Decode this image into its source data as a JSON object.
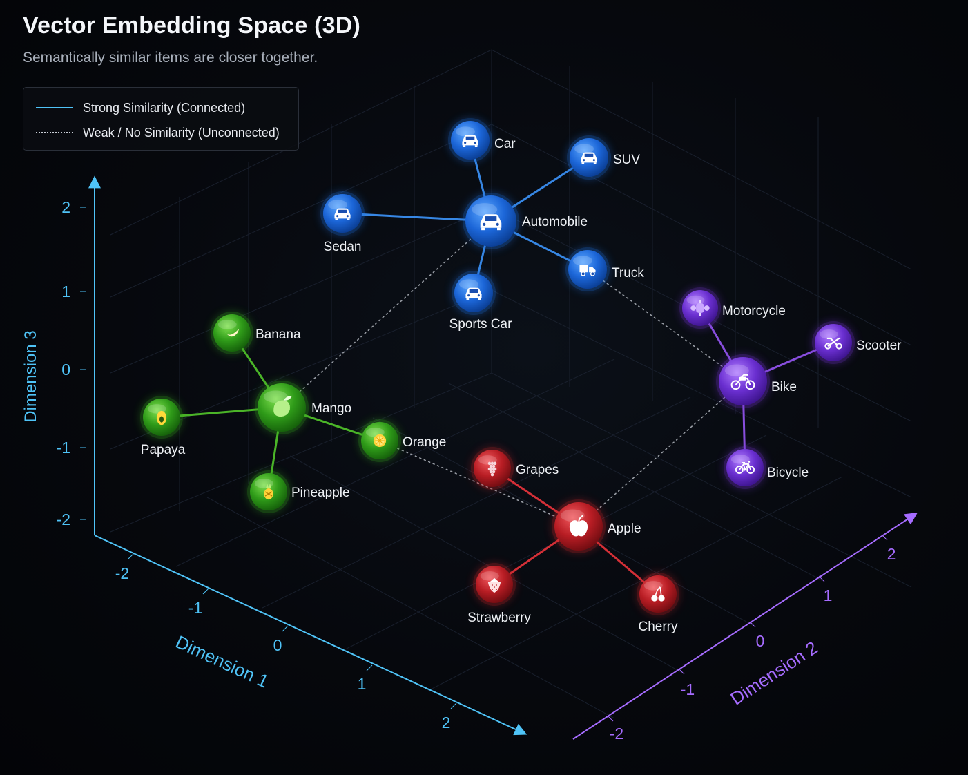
{
  "header": {
    "title": "Vector Embedding Space (3D)",
    "subtitle": "Semantically similar items are closer together."
  },
  "legend": {
    "strong_label": "Strong Similarity (Connected)",
    "weak_label": "Weak / No Similarity (Unconnected)",
    "strong_color": "#4fc3f7",
    "weak_color": "#c9ced6"
  },
  "axes": {
    "dimension_1": {
      "label": "Dimension 1",
      "ticks": [
        "-2",
        "-1",
        "0",
        "1",
        "2"
      ],
      "color": "#4fc3f7"
    },
    "dimension_2": {
      "label": "Dimension 2",
      "ticks": [
        "-2",
        "-1",
        "0",
        "1",
        "2"
      ],
      "color": "#a66cff"
    },
    "dimension_3": {
      "label": "Dimension 3",
      "ticks": [
        "2",
        "1",
        "0",
        "-1",
        "-2"
      ],
      "color": "#4fc3f7"
    }
  },
  "clusters": [
    {
      "id": "vehicles",
      "color": "#1d6fe0",
      "edge_color": "#3a8ef0"
    },
    {
      "id": "tropical",
      "color": "#34a81c",
      "edge_color": "#4fbf2a"
    },
    {
      "id": "fruits",
      "color": "#c42228",
      "edge_color": "#e0323a"
    },
    {
      "id": "twowheel",
      "color": "#7433d4",
      "edge_color": "#8f52e8"
    }
  ],
  "nodes": [
    {
      "id": "automobile",
      "label": "Automobile",
      "cluster": "vehicles",
      "icon": "car-icon",
      "hub": true
    },
    {
      "id": "car",
      "label": "Car",
      "cluster": "vehicles",
      "icon": "car-icon"
    },
    {
      "id": "suv",
      "label": "SUV",
      "cluster": "vehicles",
      "icon": "car-icon"
    },
    {
      "id": "sedan",
      "label": "Sedan",
      "cluster": "vehicles",
      "icon": "car-icon"
    },
    {
      "id": "truck",
      "label": "Truck",
      "cluster": "vehicles",
      "icon": "truck-icon"
    },
    {
      "id": "sportscar",
      "label": "Sports Car",
      "cluster": "vehicles",
      "icon": "car-icon"
    },
    {
      "id": "mango",
      "label": "Mango",
      "cluster": "tropical",
      "icon": "mango-icon",
      "hub": true
    },
    {
      "id": "banana",
      "label": "Banana",
      "cluster": "tropical",
      "icon": "banana-icon"
    },
    {
      "id": "papaya",
      "label": "Papaya",
      "cluster": "tropical",
      "icon": "papaya-icon"
    },
    {
      "id": "pineapple",
      "label": "Pineapple",
      "cluster": "tropical",
      "icon": "pineapple-icon"
    },
    {
      "id": "orange",
      "label": "Orange",
      "cluster": "tropical",
      "icon": "orange-icon"
    },
    {
      "id": "apple",
      "label": "Apple",
      "cluster": "fruits",
      "icon": "apple-icon",
      "hub": true
    },
    {
      "id": "grapes",
      "label": "Grapes",
      "cluster": "fruits",
      "icon": "grapes-icon"
    },
    {
      "id": "strawberry",
      "label": "Strawberry",
      "cluster": "fruits",
      "icon": "strawberry-icon"
    },
    {
      "id": "cherry",
      "label": "Cherry",
      "cluster": "fruits",
      "icon": "cherry-icon"
    },
    {
      "id": "bike",
      "label": "Bike",
      "cluster": "twowheel",
      "icon": "motorbike-icon",
      "hub": true
    },
    {
      "id": "motorcycle",
      "label": "Motorcycle",
      "cluster": "twowheel",
      "icon": "motorcycle-icon"
    },
    {
      "id": "scooter",
      "label": "Scooter",
      "cluster": "twowheel",
      "icon": "scooter-icon"
    },
    {
      "id": "bicycle",
      "label": "Bicycle",
      "cluster": "twowheel",
      "icon": "bicycle-icon"
    }
  ],
  "edges": [
    {
      "from": "automobile",
      "to": "car",
      "type": "strong"
    },
    {
      "from": "automobile",
      "to": "suv",
      "type": "strong"
    },
    {
      "from": "automobile",
      "to": "sedan",
      "type": "strong"
    },
    {
      "from": "automobile",
      "to": "truck",
      "type": "strong"
    },
    {
      "from": "automobile",
      "to": "sportscar",
      "type": "strong"
    },
    {
      "from": "mango",
      "to": "banana",
      "type": "strong"
    },
    {
      "from": "mango",
      "to": "papaya",
      "type": "strong"
    },
    {
      "from": "mango",
      "to": "pineapple",
      "type": "strong"
    },
    {
      "from": "mango",
      "to": "orange",
      "type": "strong"
    },
    {
      "from": "apple",
      "to": "grapes",
      "type": "strong"
    },
    {
      "from": "apple",
      "to": "strawberry",
      "type": "strong"
    },
    {
      "from": "apple",
      "to": "cherry",
      "type": "strong"
    },
    {
      "from": "bike",
      "to": "motorcycle",
      "type": "strong"
    },
    {
      "from": "bike",
      "to": "scooter",
      "type": "strong"
    },
    {
      "from": "bike",
      "to": "bicycle",
      "type": "strong"
    },
    {
      "from": "mango",
      "to": "automobile",
      "type": "weak"
    },
    {
      "from": "orange",
      "to": "apple",
      "type": "weak"
    },
    {
      "from": "truck",
      "to": "bike",
      "type": "weak"
    },
    {
      "from": "apple",
      "to": "bike",
      "type": "weak"
    }
  ]
}
